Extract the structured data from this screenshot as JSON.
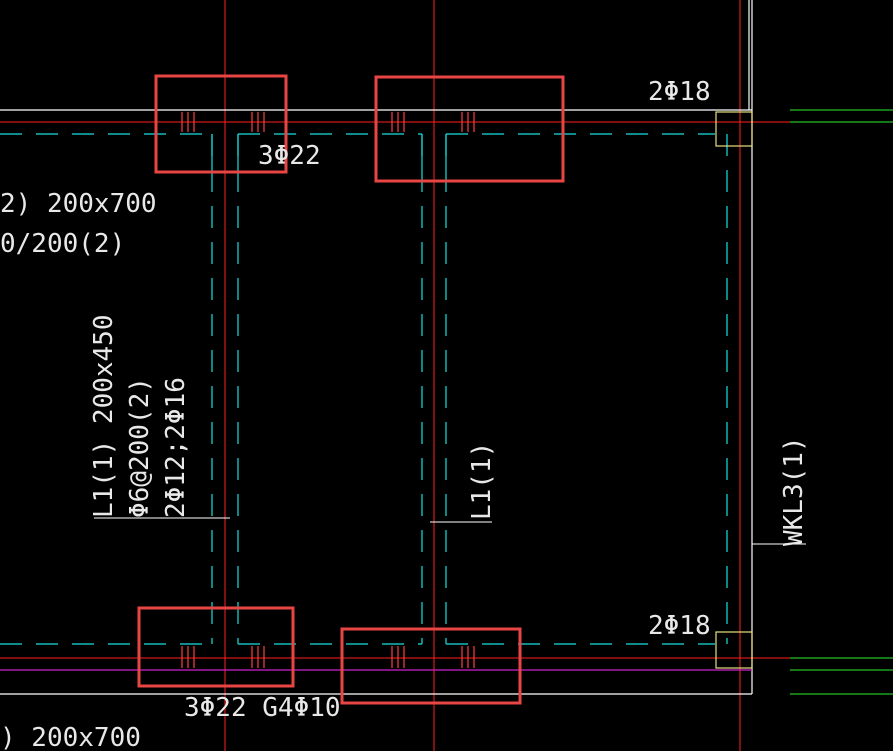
{
  "labels": {
    "top_rebar": "2Φ18",
    "top_bar": "3Φ22",
    "beam_size_top": "2) 200x700",
    "stirrup_top": "0/200(2)",
    "l1_spec_1": "L1(1) 200x450",
    "l1_spec_2": "Φ6@200(2)",
    "l1_spec_3": "2Φ12;2Φ16",
    "l1_center": "L1(1)",
    "wkl3": "WKL3(1)",
    "bottom_rebar": "2Φ18",
    "bottom_bar": "3Φ22  G4Φ10",
    "beam_size_bottom": ") 200x700"
  },
  "colors": {
    "background": "#000000",
    "beam_outline": "#ffffff",
    "axis_line": "#ff2020",
    "hidden_line": "#19e0e0",
    "highlight_box": "#e84545",
    "magenta_line": "#d020d0",
    "green_line": "#20c020",
    "column_fill": "#ffff00",
    "text": "#e8e8e8"
  }
}
